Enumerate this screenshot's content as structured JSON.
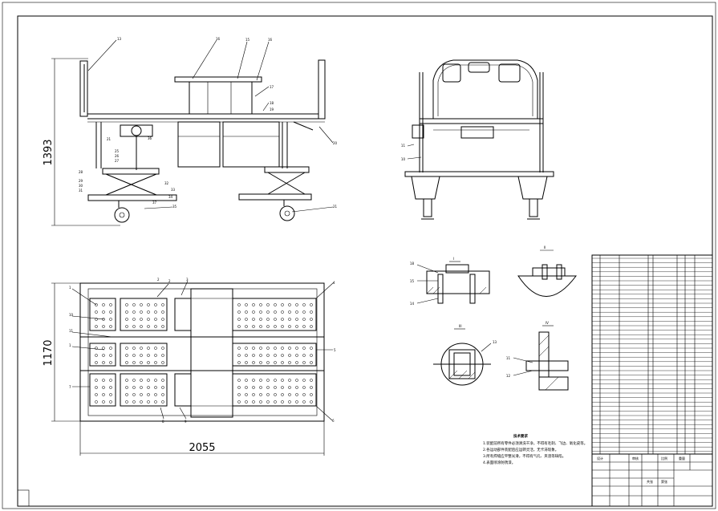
{
  "drawing": {
    "dimensions": {
      "height_side": "1393",
      "height_top": "1170",
      "length": "2055"
    },
    "side_view_labels": [
      "13",
      "16",
      "15",
      "16",
      "17",
      "18",
      "19",
      "20",
      "21",
      "21",
      "25",
      "26",
      "27",
      "28",
      "29",
      "30",
      "31",
      "32",
      "33",
      "34",
      "35",
      "36",
      "37"
    ],
    "end_view_labels": [
      "11",
      "10"
    ],
    "top_view_labels": [
      "1",
      "2",
      "3",
      "4",
      "5",
      "6",
      "7",
      "8",
      "9",
      "10",
      "11",
      "1",
      "2"
    ],
    "detail_labels": [
      "18",
      "15",
      "14",
      "13",
      "11",
      "12"
    ],
    "section_marks": [
      "I",
      "II",
      "III",
      "IV"
    ],
    "notes_title": "技术要求",
    "notes_lines": [
      "1.装配前所有零件必须清洗干净，不得有毛刺、飞边、氧化皮等。",
      "2.各运动部件装配后应运转灵活，无卡滞现象。",
      "3.所有焊缝应平整光滑，不得有气孔、夹渣等缺陷。",
      "4.表面喷涂防锈漆。"
    ],
    "title_block": {
      "c1": "设计",
      "c2": "审核",
      "c3": "比例",
      "c4": "重量",
      "c5": "共张",
      "c6": "第张"
    }
  }
}
